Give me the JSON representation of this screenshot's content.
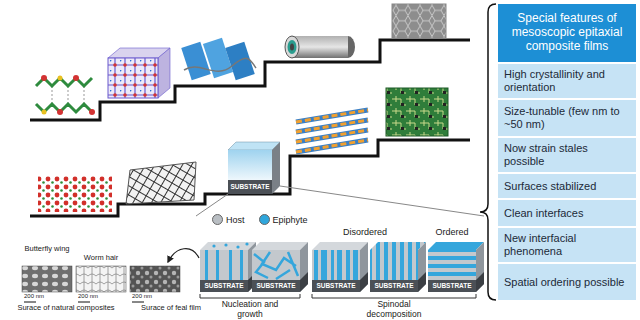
{
  "diagram": {
    "nodes": [
      {
        "text": [
          "SUBSTRATE"
        ]
      },
      {
        "text": [
          "Special features of mesoscopic epitaxial composite films"
        ]
      },
      {
        "text": [
          "High crystallinity and orientation"
        ]
      },
      {
        "text": [
          "Size-tunable (few nm to ~50 nm)"
        ]
      },
      {
        "text": [
          "Now strain stales possible"
        ]
      },
      {
        "text": [
          "Surfaces stabilized"
        ]
      },
      {
        "text": [
          "Clean interfaces"
        ]
      },
      {
        "text": [
          "New interfacial phenomena"
        ]
      },
      {
        "text": [
          "Spatial ordering possible"
        ]
      },
      {
        "text": [
          "SUBSTRATE"
        ]
      },
      {
        "text": [
          "SUBSTRATE"
        ]
      },
      {
        "text": [
          "SUBSTRATE"
        ]
      },
      {
        "text": [
          "SUBSTRATE"
        ]
      },
      {
        "text": [
          "SUBSTRATE"
        ]
      }
    ],
    "labels": [
      "Disordered",
      "Ordered",
      "Butterfly wing",
      "Worm hair",
      "200 nm",
      "200 nm",
      "200 nm",
      "Surace of natural composites",
      "Surace of feal film",
      "Nucleation and growth",
      "Spinodal decomposition"
    ],
    "legend": [
      {
        "text": "Host",
        "color": "#b9bec3"
      },
      {
        "text": "Epiphyte",
        "color": "#2fa6dc"
      }
    ]
  }
}
